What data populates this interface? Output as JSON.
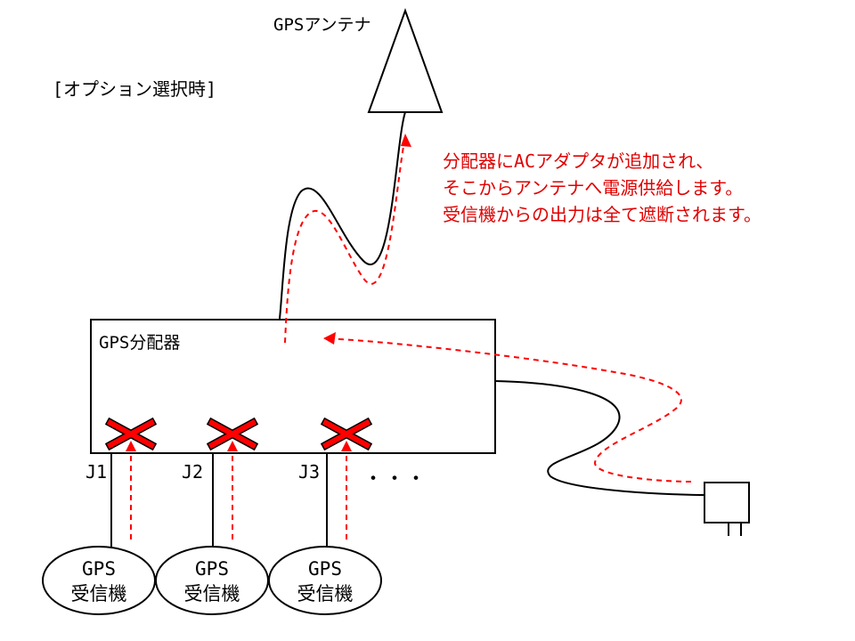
{
  "mode_label": "[オプション選択時]",
  "antenna_label": "GPSアンテナ",
  "splitter_label": "GPS分配器",
  "note_lines": [
    "分配器にACアダプタが追加され、",
    "そこからアンテナへ電源供給します。",
    "受信機からの出力は全て遮断されます。"
  ],
  "ports": [
    {
      "label": "J1"
    },
    {
      "label": "J2"
    },
    {
      "label": "J3"
    }
  ],
  "more_ports": "・・・",
  "receivers": [
    {
      "line1": "GPS",
      "line2": "受信機"
    },
    {
      "line1": "GPS",
      "line2": "受信機"
    },
    {
      "line1": "GPS",
      "line2": "受信機"
    }
  ],
  "colors": {
    "line": "#000000",
    "power_flow": "#ff0000",
    "blocked_mark": "#ff0000",
    "note_text": "#e00000"
  }
}
